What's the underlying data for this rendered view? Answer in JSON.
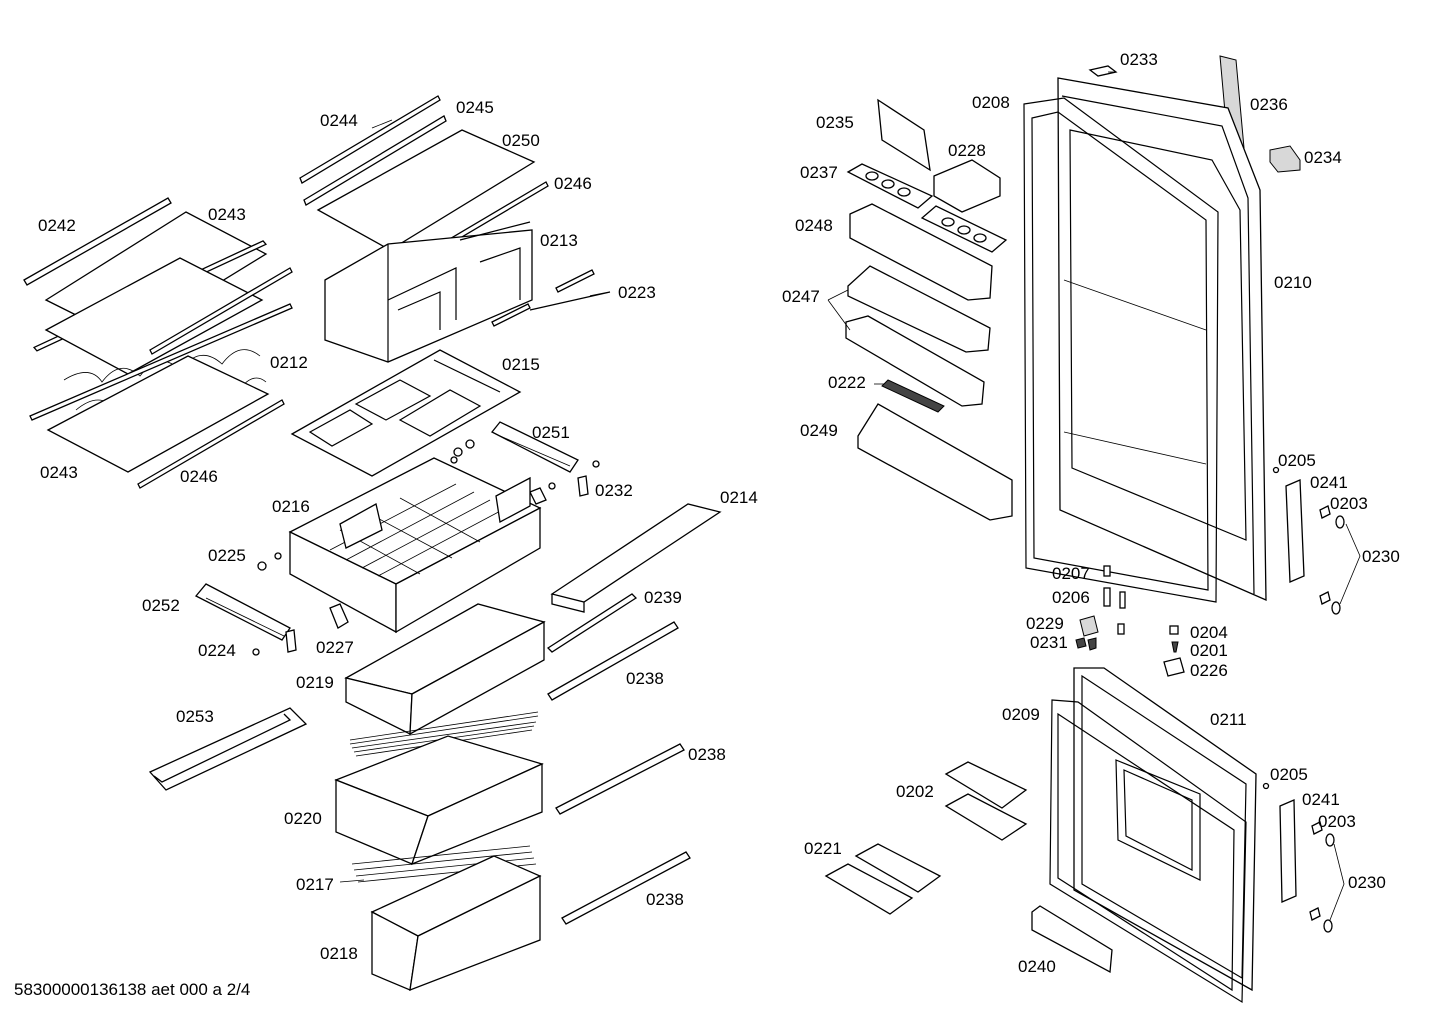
{
  "document_id": "58300000136138 aet 000 a 2/4",
  "labels": [
    "0244",
    "0245",
    "0250",
    "0246",
    "0242",
    "0243",
    "0213",
    "0223",
    "0212",
    "0215",
    "0243",
    "0246",
    "0251",
    "0232",
    "0216",
    "0214",
    "0225",
    "0252",
    "0224",
    "0227",
    "0239",
    "0219",
    "0238",
    "0253",
    "0238",
    "0220",
    "0217",
    "0238",
    "0218",
    "0233",
    "0208",
    "0236",
    "0235",
    "0228",
    "0234",
    "0237",
    "0248",
    "0210",
    "0247",
    "0222",
    "0249",
    "0205",
    "0241",
    "0203",
    "0230",
    "0207",
    "0206",
    "0229",
    "0231",
    "0204",
    "0201",
    "0226",
    "0209",
    "0211",
    "0205",
    "0202",
    "0241",
    "0203",
    "0221",
    "0230",
    "0240"
  ]
}
